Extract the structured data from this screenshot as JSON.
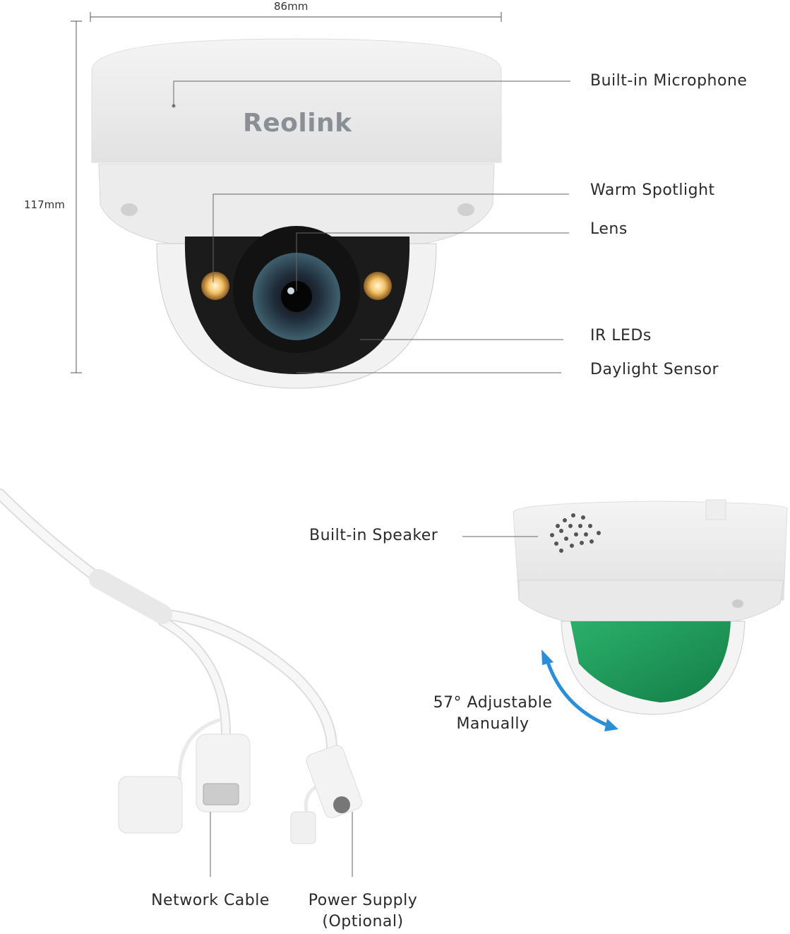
{
  "dimensions": {
    "width": "86mm",
    "height": "117mm"
  },
  "brand_logo": "Reolink",
  "front_view_labels": {
    "microphone": "Built-in Microphone",
    "spotlight": "Warm Spotlight",
    "lens": "Lens",
    "ir_leds": "IR LEDs",
    "daylight_sensor": "Daylight Sensor"
  },
  "side_view_labels": {
    "speaker": "Built-in Speaker",
    "adjust_line1": "57° Adjustable",
    "adjust_line2": "Manually"
  },
  "cable_labels": {
    "network": "Network Cable",
    "power_line1": "Power Supply",
    "power_line2": "(Optional)"
  },
  "colors": {
    "accent_arrow": "#2b8fd8",
    "inner_dome": "#1a9a5a",
    "spotlight": "#f5c46a",
    "leader": "#555555"
  }
}
